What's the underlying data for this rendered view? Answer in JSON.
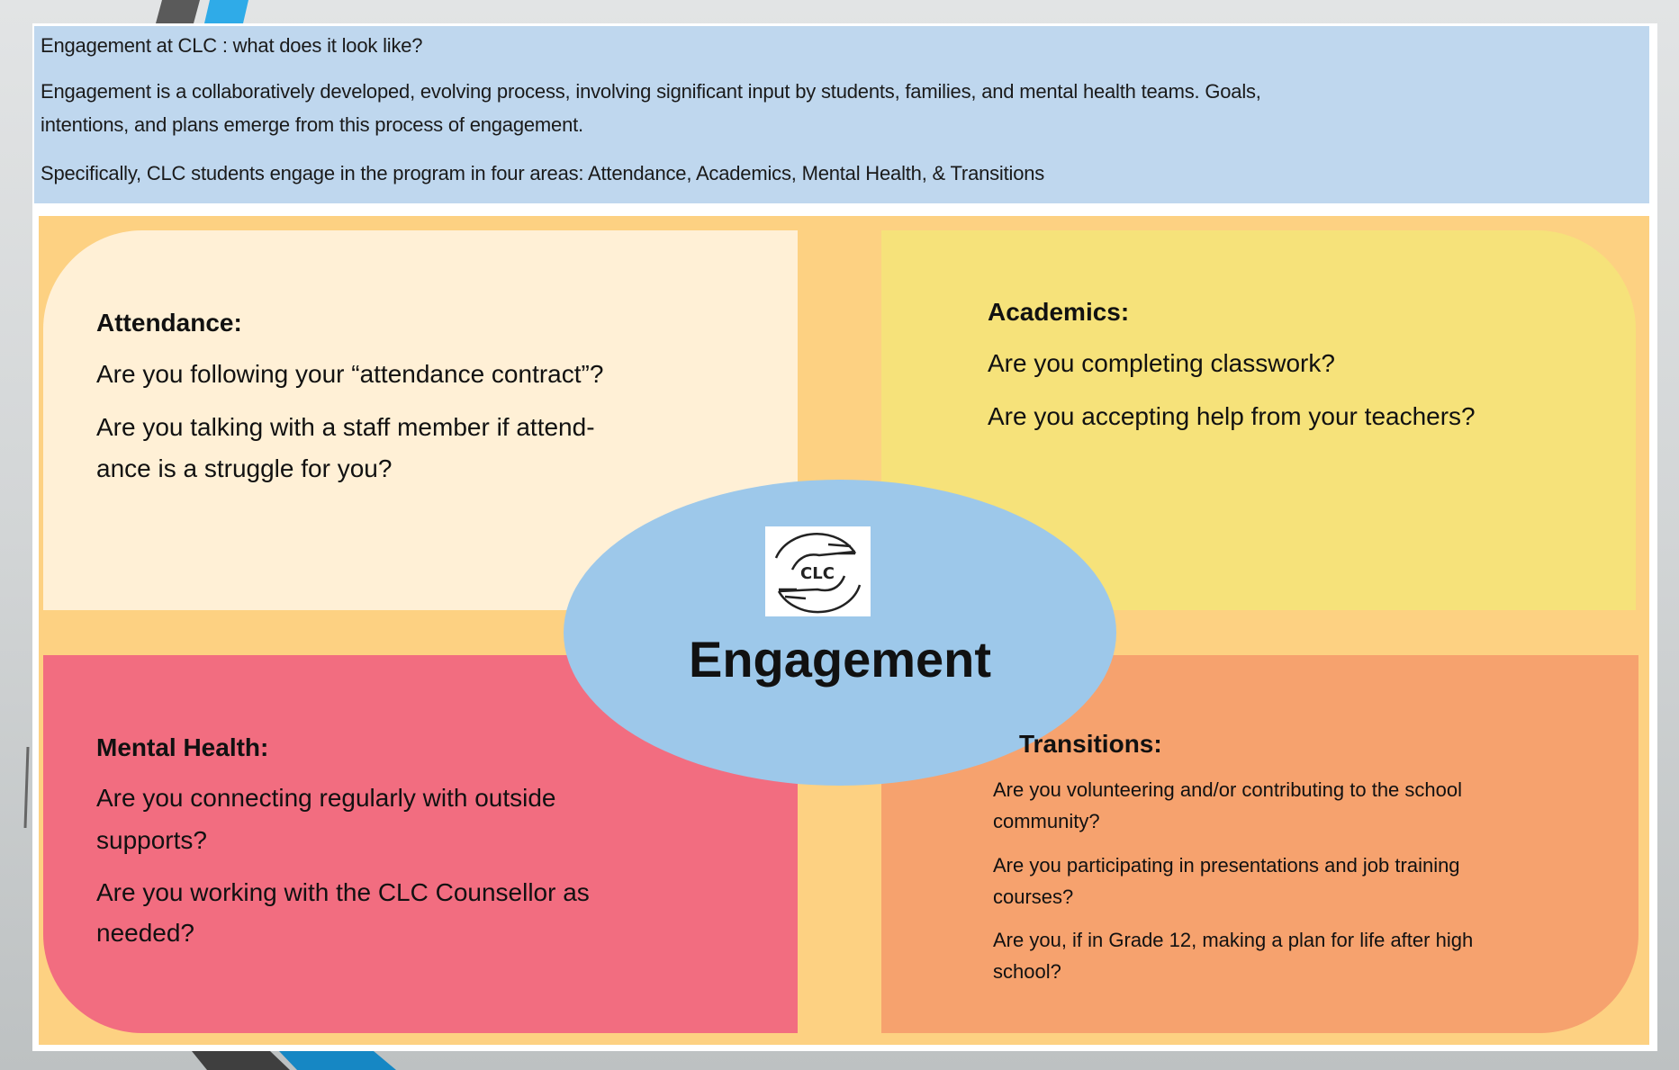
{
  "header": {
    "title": "Engagement at CLC : what does it look like?",
    "intro_lines": [
      "Engagement is a collaboratively developed, evolving process, involving significant input by students, families, and mental health teams. Goals,",
      "intentions, and plans emerge from this process of engagement."
    ],
    "areas_line": "Specifically, CLC students engage in the program in four areas:  Attendance, Academics, Mental Health, & Transitions"
  },
  "center": {
    "label": "Engagement",
    "logo_text": "CLC",
    "logo_icon": "hands-circle-logo"
  },
  "attendance": {
    "title": "Attendance:",
    "lines": [
      "Are you following your “attendance contract”?",
      "Are you talking with a staff member if attend-",
      "ance is a struggle for you?"
    ]
  },
  "academics": {
    "title": "Academics:",
    "lines": [
      "Are you completing classwork?",
      "Are you accepting help from your teachers?"
    ]
  },
  "mental_health": {
    "title": "Mental Health:",
    "lines": [
      "Are you connecting regularly with outside",
      "supports?",
      "Are you working with the CLC Counsellor as",
      "needed?"
    ]
  },
  "transitions": {
    "title": "Transitions:",
    "lines": [
      "Are you volunteering and/or contributing to the school",
      "community?",
      "Are you participating in presentations and job training",
      "courses?",
      "Are you, if in Grade 12, making a plan for life after high",
      "school?"
    ]
  },
  "colors": {
    "header_bg": "#bfd7ee",
    "frame": "#fdd182",
    "attendance": "#fff0d6",
    "academics": "#f6e27a",
    "mental_health": "#f26d80",
    "transitions": "#f6a26e",
    "center": "#9dc8ea",
    "accent_blue": "#2ea8e6"
  }
}
